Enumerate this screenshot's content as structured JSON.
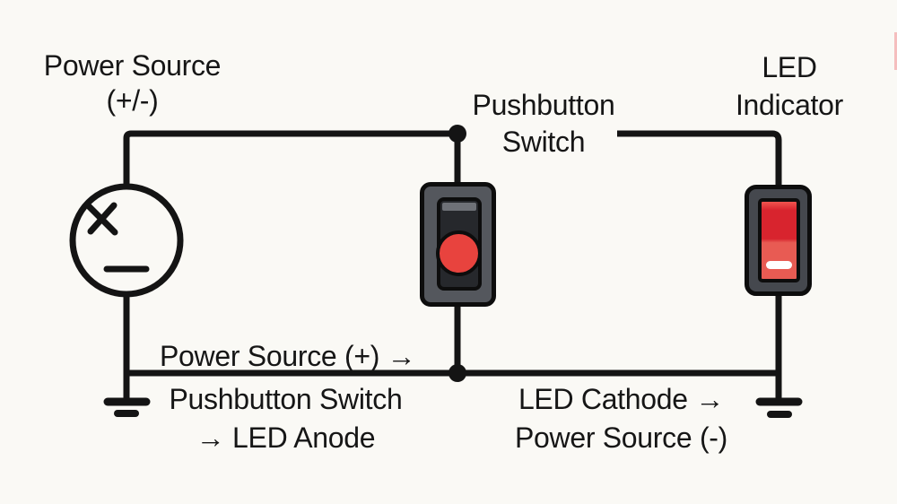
{
  "colors": {
    "bg": "#faf9f5",
    "line": "#141414",
    "text": "#161616",
    "outline": "#0d0d0d",
    "switch-body": "#54575d",
    "switch-well": "#26282c",
    "switch-highlight": "#6e7177",
    "button-red": "#e8433e",
    "led-body": "#45484e",
    "rocker-red-dark": "#d8242e",
    "rocker-red-light": "#e85b53",
    "rocker-pill": "#ffffff"
  },
  "labels": {
    "power_source": {
      "line1": "Power Source",
      "line2": "(+/-)"
    },
    "pushbutton_switch": {
      "line1": "Pushbutton",
      "line2": "Switch"
    },
    "led_indicator": {
      "line1": "LED",
      "line2": "Indicator"
    },
    "power_plus": "Power Source (+) →",
    "switch_to_anode": {
      "line1": "Pushbutton Switch",
      "line2": "→ LED Anode"
    },
    "cathode_to_source": {
      "line1": "LED Cathode →",
      "line2": "Power Source (-)"
    }
  }
}
